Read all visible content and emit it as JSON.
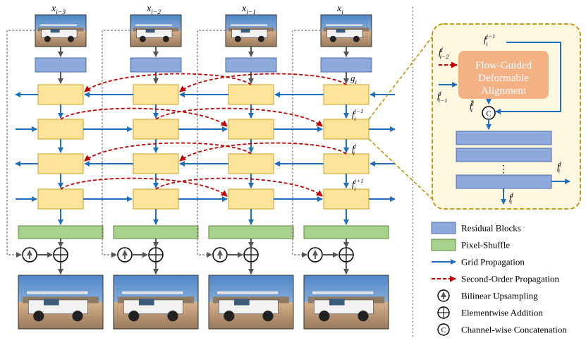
{
  "frames": {
    "inputs": [
      {
        "base": "x",
        "sub": "i−3"
      },
      {
        "base": "x",
        "sub": "i−2"
      },
      {
        "base": "x",
        "sub": "i−1"
      },
      {
        "base": "x",
        "sub": "i"
      }
    ]
  },
  "column_labels": {
    "g": {
      "base": "g",
      "sub": "i"
    },
    "f_prev": {
      "base": "f",
      "sub": "i",
      "sup": "j−1"
    },
    "f_cur": {
      "base": "f",
      "sub": "i",
      "sup": "j"
    },
    "f_next": {
      "base": "f",
      "sub": "i",
      "sup": "j+1"
    }
  },
  "inset": {
    "title_lines": [
      "Flow-Guided",
      "Deformable",
      "Alignment"
    ],
    "in_top": {
      "base": "f",
      "sub": "i",
      "sup": "j−1"
    },
    "in_second": {
      "base": "f",
      "sub": "i−2",
      "sup": "j"
    },
    "in_first": {
      "base": "f",
      "sub": "i−1",
      "sup": "j"
    },
    "aligned": {
      "base": "f̂",
      "sub": "i",
      "sup": "j"
    },
    "concat_symbol": "C",
    "dots": "⋮",
    "out_right": {
      "base": "f",
      "sub": "i",
      "sup": "j"
    },
    "out_bottom": {
      "base": "f",
      "sub": "i",
      "sup": "j"
    }
  },
  "legend": [
    {
      "key": "residual",
      "label": "Residual Blocks"
    },
    {
      "key": "pixelshuffle",
      "label": "Pixel-Shuffle"
    },
    {
      "key": "grid",
      "label": "Grid Propagation"
    },
    {
      "key": "second",
      "label": "Second-Order Propagation"
    },
    {
      "key": "upsample",
      "label": "Bilinear Upsampling"
    },
    {
      "key": "add",
      "label": "Elementwise Addition"
    },
    {
      "key": "concat",
      "label": "Channel-wise Concatenation",
      "symbol": "C"
    }
  ],
  "colors": {
    "residual_fill": "#8ea9db",
    "residual_stroke": "#4f6fa8",
    "prop_fill": "#fde49a",
    "prop_stroke": "#c9a227",
    "shuffle_fill": "#a9d18e",
    "shuffle_stroke": "#5a8a3a",
    "grid_arrow": "#1f6fbf",
    "second_arrow": "#c00000",
    "align_fill": "#f4b183",
    "inset_border": "#bf9000",
    "inset_bg": "#fff8e1",
    "gray": "#555555"
  }
}
